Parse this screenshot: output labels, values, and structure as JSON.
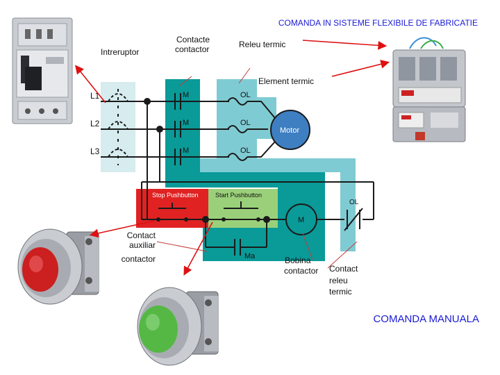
{
  "title": "COMANDA IN SISTEME FLEXIBILE DE FABRICATIE",
  "subtitle": "COMANDA MANUALA",
  "labels": {
    "intreruptor": "Intreruptor",
    "contacte_contactor_1": "Contacte",
    "contacte_contactor_2": "contactor",
    "releu_termic": "Releu termic",
    "element_termic": "Element termic",
    "contact_auxiliar_1": "Contact",
    "contact_auxiliar_2": "auxiliar",
    "contact_auxiliar_3": "contactor",
    "bobina_1": "Bobina",
    "bobina_2": "contactor",
    "contact_releu_1": "Contact",
    "contact_releu_2": "releu",
    "contact_releu_3": "termic"
  },
  "diagram": {
    "lines": [
      "L1",
      "L2",
      "L3"
    ],
    "contactor_contacts": [
      "M",
      "M",
      "M"
    ],
    "overload": [
      "OL",
      "OL",
      "OL"
    ],
    "motor": "Motor",
    "stop_pushbutton": "Stop Pushbutton",
    "start_pushbutton": "Start Pushbutton",
    "coil": "M",
    "aux_contact": "Ma",
    "ol_contact": "OL"
  },
  "colors": {
    "title": "#1a1ad6",
    "teal": "#0a9a98",
    "light_blue": "#7fcbd3",
    "red_area": "#e02222",
    "green_area": "#9ad07a",
    "motor": "#3e7fc2",
    "arrow": "#dd1111",
    "stop_button": "#cc1f1f",
    "start_button": "#55b845"
  }
}
